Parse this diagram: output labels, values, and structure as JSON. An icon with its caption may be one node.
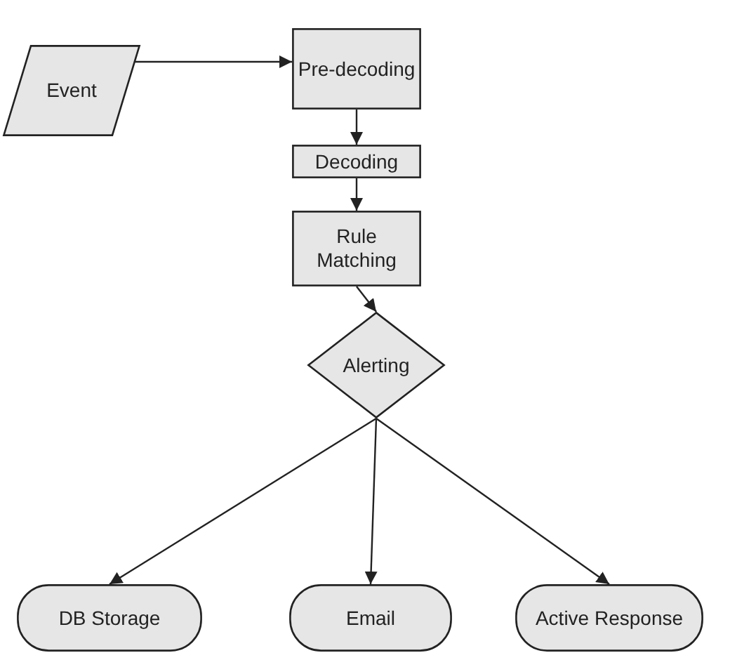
{
  "diagram": {
    "nodes": [
      {
        "text": [
          "Event"
        ]
      },
      {
        "text": [
          "Pre-decoding"
        ]
      },
      {
        "text": [
          "Decoding"
        ]
      },
      {
        "text": [
          "Rule Matching"
        ]
      },
      {
        "text": [
          "Alerting"
        ]
      },
      {
        "text": [
          "DB Storage"
        ]
      },
      {
        "text": [
          "Email"
        ]
      },
      {
        "text": [
          "Active Response"
        ]
      }
    ],
    "edges": [
      {
        "from": 0,
        "to": 1,
        "arrow": "to"
      },
      {
        "from": 1,
        "to": 2,
        "arrow": "to"
      },
      {
        "from": 2,
        "to": 3,
        "arrow": "to"
      },
      {
        "from": 3,
        "to": 4,
        "arrow": "to"
      },
      {
        "from": 4,
        "to": 5,
        "arrow": "to"
      },
      {
        "from": 4,
        "to": 6,
        "arrow": "to"
      },
      {
        "from": 4,
        "to": 7,
        "arrow": "to"
      }
    ]
  }
}
